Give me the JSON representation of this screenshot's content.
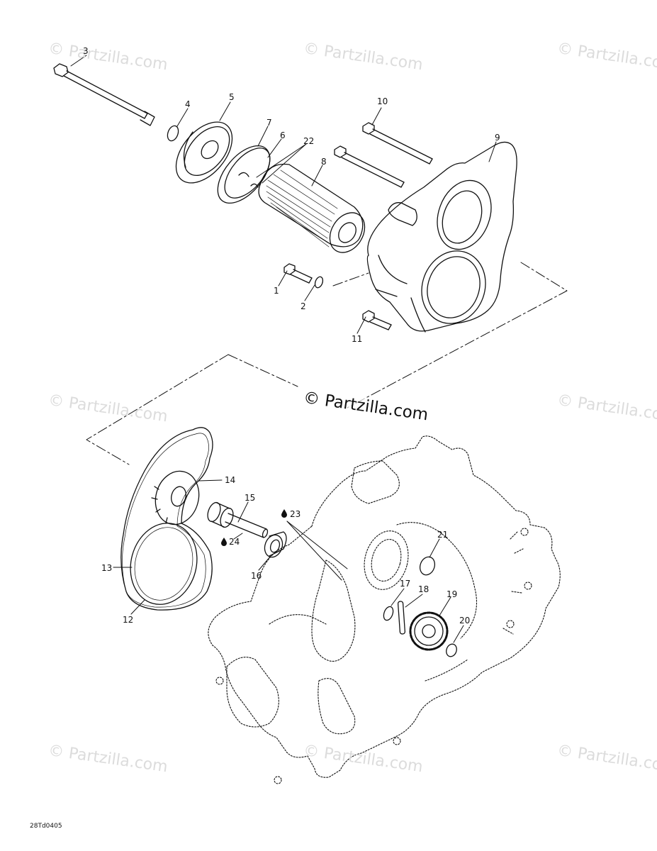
{
  "watermark": "© Partzilla.com",
  "figure_ref": "28Td0405",
  "callouts": {
    "c1": "1",
    "c2": "2",
    "c3": "3",
    "c4": "4",
    "c5": "5",
    "c6": "6",
    "c7": "7",
    "c8": "8",
    "c9": "9",
    "c10": "10",
    "c11": "11",
    "c12": "12",
    "c13": "13",
    "c14": "14",
    "c15": "15",
    "c16": "16",
    "c17": "17",
    "c18": "18",
    "c19": "19",
    "c20": "20",
    "c21": "21",
    "c22": "22",
    "c23": "23",
    "c24": "24"
  },
  "colors": {
    "line": "#111111",
    "watermark": "#dcdcdc",
    "background": "#ffffff"
  }
}
